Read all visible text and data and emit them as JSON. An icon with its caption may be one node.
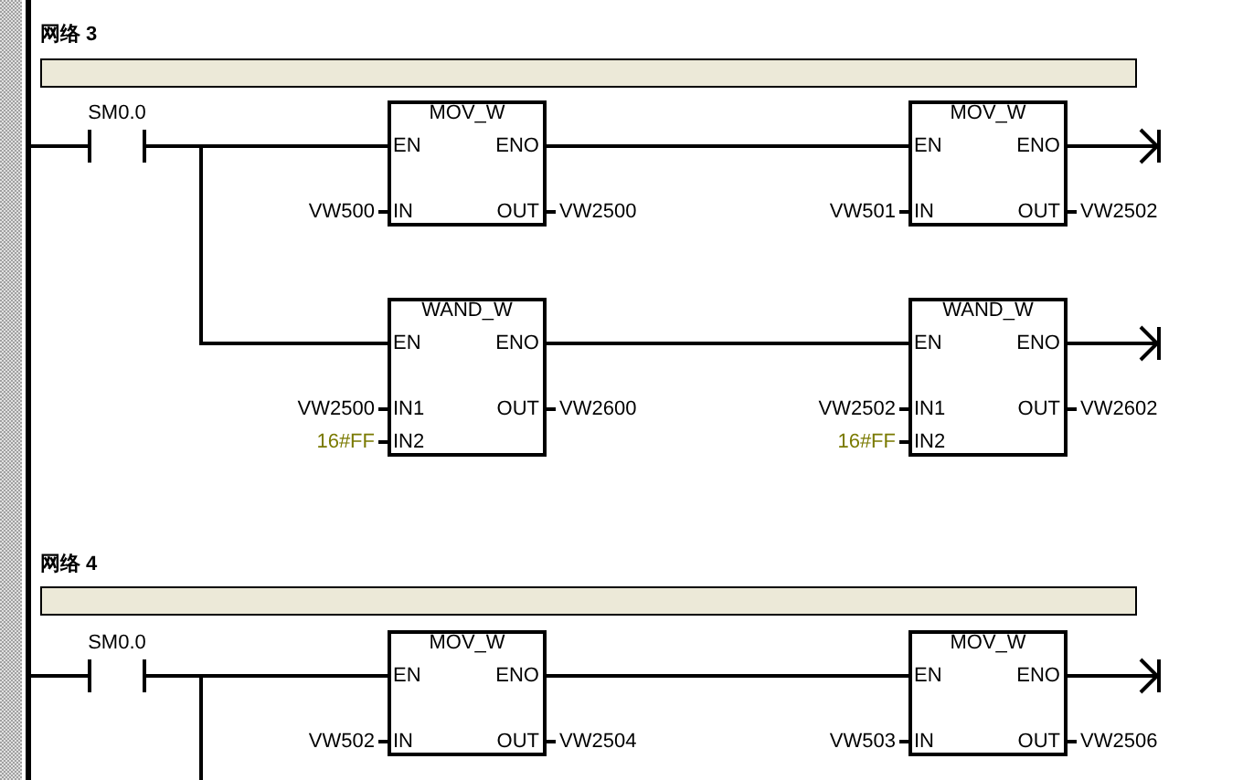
{
  "diagram": {
    "nodes": [
      {
        "text": [
          "SM0.0"
        ]
      },
      {
        "text": [
          "MOV_W",
          "EN",
          "ENO",
          "IN",
          "OUT"
        ],
        "beside": [
          "VW500",
          "VW2500"
        ]
      },
      {
        "text": [
          "MOV_W",
          "EN",
          "ENO",
          "IN",
          "OUT"
        ],
        "beside": [
          "VW501",
          "VW2502"
        ]
      },
      {
        "text": [
          "WAND_W",
          "EN",
          "ENO",
          "IN1",
          "OUT",
          "IN2"
        ],
        "beside": [
          "VW2500",
          "16#FF",
          "VW2600"
        ]
      },
      {
        "text": [
          "WAND_W",
          "EN",
          "ENO",
          "IN1",
          "OUT",
          "IN2"
        ],
        "beside": [
          "VW2502",
          "16#FF",
          "VW2602"
        ]
      },
      {
        "text": [],
        "shape": "bar"
      },
      {
        "text": [
          "SM0.0"
        ]
      },
      {
        "text": [
          "MOV_W",
          "EN",
          "ENO",
          "IN",
          "OUT"
        ],
        "beside": [
          "VW502",
          "VW2504"
        ]
      },
      {
        "text": [
          "MOV_W",
          "EN",
          "ENO",
          "IN",
          "OUT"
        ],
        "beside": [
          "VW503",
          "VW2506"
        ]
      },
      {
        "text": [],
        "shape": "bar"
      },
      {
        "text": [],
        "shape": "bar"
      }
    ],
    "edges": [
      {
        "from": 5,
        "to": 0,
        "arrow": "none"
      },
      {
        "from": 0,
        "to": 1,
        "arrow": "none"
      },
      {
        "from": 0,
        "to": 3,
        "arrow": "none"
      },
      {
        "from": 1,
        "to": 2,
        "arrow": "none"
      },
      {
        "from": 3,
        "to": 4,
        "arrow": "none"
      },
      {
        "from": 2,
        "to": null,
        "arrow": "to"
      },
      {
        "from": 4,
        "to": null,
        "arrow": "to"
      },
      {
        "from": 5,
        "to": 6,
        "arrow": "none"
      },
      {
        "from": 6,
        "to": 7,
        "arrow": "none"
      },
      {
        "from": 7,
        "to": 8,
        "arrow": "none"
      },
      {
        "from": 8,
        "to": null,
        "arrow": "to"
      },
      {
        "from": 6,
        "to": null,
        "arrow": "none"
      }
    ],
    "labels": [
      "网络 3",
      "网络 4"
    ]
  }
}
